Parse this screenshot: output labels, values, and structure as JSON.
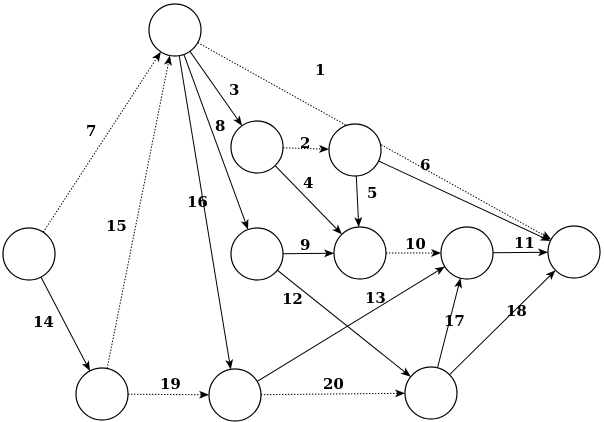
{
  "diagram": {
    "nodes": [
      {
        "id": "A"
      },
      {
        "id": "B"
      },
      {
        "id": "C"
      },
      {
        "id": "D"
      },
      {
        "id": "E"
      },
      {
        "id": "F"
      },
      {
        "id": "G"
      },
      {
        "id": "H"
      },
      {
        "id": "I"
      },
      {
        "id": "J"
      },
      {
        "id": "K"
      },
      {
        "id": "L"
      }
    ],
    "edges": [
      {
        "label": "1",
        "from": "A",
        "to": "I",
        "style": "dotted"
      },
      {
        "label": "2",
        "from": "B",
        "to": "C",
        "style": "dotted"
      },
      {
        "label": "3",
        "from": "A",
        "to": "B",
        "style": "solid"
      },
      {
        "label": "4",
        "from": "B",
        "to": "E",
        "style": "solid"
      },
      {
        "label": "5",
        "from": "C",
        "to": "E",
        "style": "solid"
      },
      {
        "label": "6",
        "from": "C",
        "to": "I",
        "style": "solid"
      },
      {
        "label": "7",
        "from": "G",
        "to": "A",
        "style": "dotted"
      },
      {
        "label": "8",
        "from": "A",
        "to": "D",
        "style": "solid"
      },
      {
        "label": "9",
        "from": "D",
        "to": "E",
        "style": "solid"
      },
      {
        "label": "10",
        "from": "E",
        "to": "F",
        "style": "dotted"
      },
      {
        "label": "11",
        "from": "F",
        "to": "I",
        "style": "solid"
      },
      {
        "label": "12",
        "from": "D",
        "to": "L",
        "style": "solid"
      },
      {
        "label": "13",
        "from": "K",
        "to": "F",
        "style": "solid"
      },
      {
        "label": "14",
        "from": "G",
        "to": "J",
        "style": "solid"
      },
      {
        "label": "15",
        "from": "J",
        "to": "A",
        "style": "dotted"
      },
      {
        "label": "16",
        "from": "A",
        "to": "K",
        "style": "solid"
      },
      {
        "label": "17",
        "from": "L",
        "to": "F",
        "style": "solid"
      },
      {
        "label": "18",
        "from": "L",
        "to": "I",
        "style": "solid"
      },
      {
        "label": "19",
        "from": "J",
        "to": "K",
        "style": "dotted"
      },
      {
        "label": "20",
        "from": "K",
        "to": "L",
        "style": "dotted"
      }
    ]
  }
}
